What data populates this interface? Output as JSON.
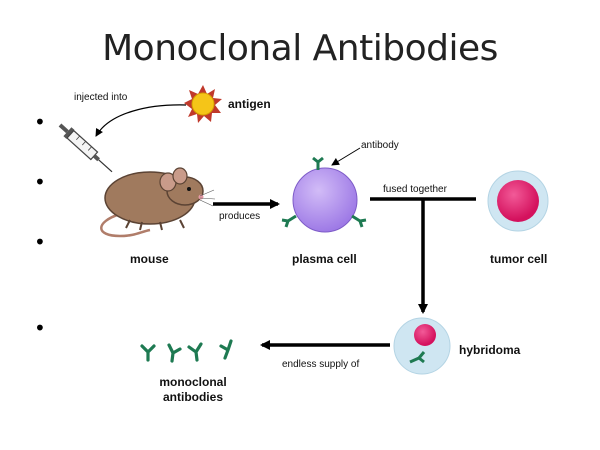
{
  "slide": {
    "title": "Monoclonal Antibodies",
    "bullet_char": "•"
  },
  "diagram": {
    "labels": {
      "injected_into": "injected into",
      "antigen": "antigen",
      "antibody": "antibody",
      "produces": "produces",
      "fused_together": "fused together",
      "mouse": "mouse",
      "plasma_cell": "plasma cell",
      "tumor_cell": "tumor cell",
      "hybridoma": "hybridoma",
      "endless_supply_of": "endless supply of",
      "monoclonal": "monoclonal",
      "antibodies": "antibodies"
    },
    "colors": {
      "antigen_fill": "#f5c518",
      "antigen_spikes": "#c0392b",
      "mouse_body": "#a07a5e",
      "plasma_cell": "#b493ee",
      "antibody_green": "#1e7a52",
      "tumor_outer": "#cfe6f2",
      "tumor_inner": "#e8226e",
      "arrow": "#000000"
    }
  }
}
